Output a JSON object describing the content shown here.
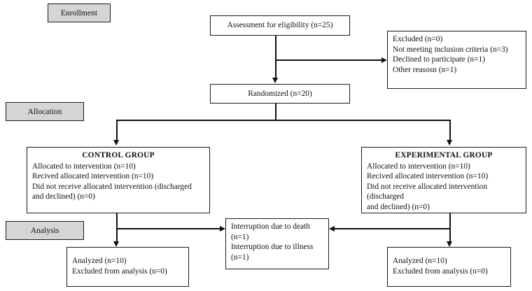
{
  "diagram": {
    "title": "CONSORT participant flow diagram",
    "type": "flowchart",
    "text_color": "#111111",
    "line_color": "#111111",
    "stage_label_fill": "#d5d5d5",
    "box_fill": "#ffffff"
  },
  "stages": {
    "enrollment": "Enrollment",
    "allocation": "Allocation",
    "analysis": "Analysis"
  },
  "enrollment": {
    "assessment": "Assessment for eligibility (n=25)",
    "excluded": {
      "line1": "Excluded (n=0)",
      "line2": "Not meeting inclusion criteria (n=3)",
      "line3": "Declined to participate (n=1)",
      "line4": "Other reasosn (n=1)"
    },
    "randomized": "Randomized (n=20)"
  },
  "allocation": {
    "control": {
      "title": "CONTROL GROUP",
      "line1": "Allocated to intervention (n=10)",
      "line2": "Recived allocated intervention (n=10)",
      "line3": "Did not receive allocated intervention (discharged",
      "line4": "and declined) (n=0)"
    },
    "experimental": {
      "title": "EXPERIMENTAL GROUP",
      "line1": "Allocated to intervention (n=10)",
      "line2": "Recived allocated intervention (n=10)",
      "line3": "Did not receive allocated intervention (discharged",
      "line4": "and declined) (n=0)"
    }
  },
  "followup": {
    "interruption": {
      "line1": "Interruption due to death",
      "line2": "(n=1)",
      "line3": "Interruption due to illness",
      "line4": "(n=1)"
    }
  },
  "analysis": {
    "control": {
      "line1": "Analyzed (n=10)",
      "line2": "Excluded from analysis (n=0)"
    },
    "experimental": {
      "line1": "Analyzed (n=10)",
      "line2": "Excluded from analysis (n=0)"
    }
  }
}
